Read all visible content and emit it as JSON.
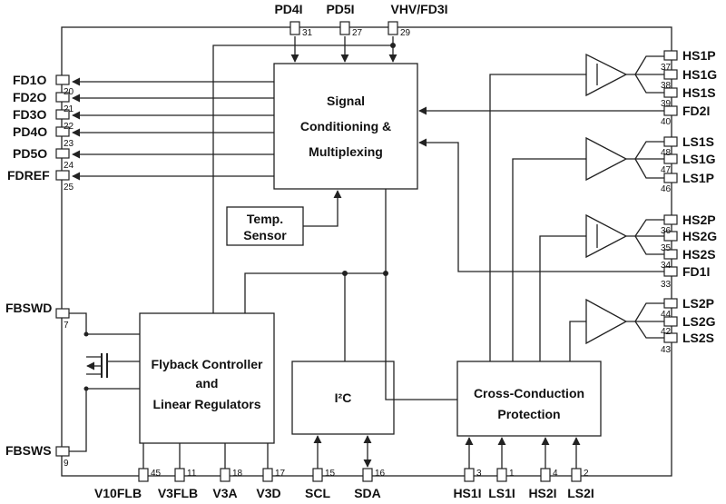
{
  "blocks": {
    "signal": [
      "Signal",
      "Conditioning &",
      "Multiplexing"
    ],
    "temp": [
      "Temp.",
      "Sensor"
    ],
    "flyback": [
      "Flyback Controller",
      "and",
      "Linear Regulators"
    ],
    "i2c": "I²C",
    "cross": [
      "Cross-Conduction",
      "Protection"
    ]
  },
  "top_pins": [
    {
      "name": "PD4I",
      "num": "31"
    },
    {
      "name": "PD5I",
      "num": "27"
    },
    {
      "name": "VHV/FD3I",
      "num": "29"
    }
  ],
  "left_pins": [
    {
      "name": "FD1O",
      "num": "20"
    },
    {
      "name": "FD2O",
      "num": "21"
    },
    {
      "name": "FD3O",
      "num": "22"
    },
    {
      "name": "PD4O",
      "num": "23"
    },
    {
      "name": "PD5O",
      "num": "24"
    },
    {
      "name": "FDREF",
      "num": "25"
    },
    {
      "name": "FBSWD",
      "num": "7"
    },
    {
      "name": "FBSWS",
      "num": "9"
    }
  ],
  "right_pins": [
    {
      "name": "HS1P",
      "num": "37"
    },
    {
      "name": "HS1G",
      "num": "38"
    },
    {
      "name": "HS1S",
      "num": "39"
    },
    {
      "name": "FD2I",
      "num": "40"
    },
    {
      "name": "LS1S",
      "num": "48"
    },
    {
      "name": "LS1G",
      "num": "47"
    },
    {
      "name": "LS1P",
      "num": "46"
    },
    {
      "name": "HS2P",
      "num": "36"
    },
    {
      "name": "HS2G",
      "num": "35"
    },
    {
      "name": "HS2S",
      "num": "34"
    },
    {
      "name": "FD1I",
      "num": "33"
    },
    {
      "name": "LS2P",
      "num": "44"
    },
    {
      "name": "LS2G",
      "num": "42"
    },
    {
      "name": "LS2S",
      "num": "43"
    }
  ],
  "bottom_pins": [
    {
      "name": "V10FLB",
      "num": "45"
    },
    {
      "name": "V3FLB",
      "num": "11"
    },
    {
      "name": "V3A",
      "num": "18"
    },
    {
      "name": "V3D",
      "num": "17"
    },
    {
      "name": "SCL",
      "num": "15"
    },
    {
      "name": "SDA",
      "num": "16"
    },
    {
      "name": "HS1I",
      "num": "3"
    },
    {
      "name": "LS1I",
      "num": "1"
    },
    {
      "name": "HS2I",
      "num": "4"
    },
    {
      "name": "LS2I",
      "num": "2"
    }
  ]
}
